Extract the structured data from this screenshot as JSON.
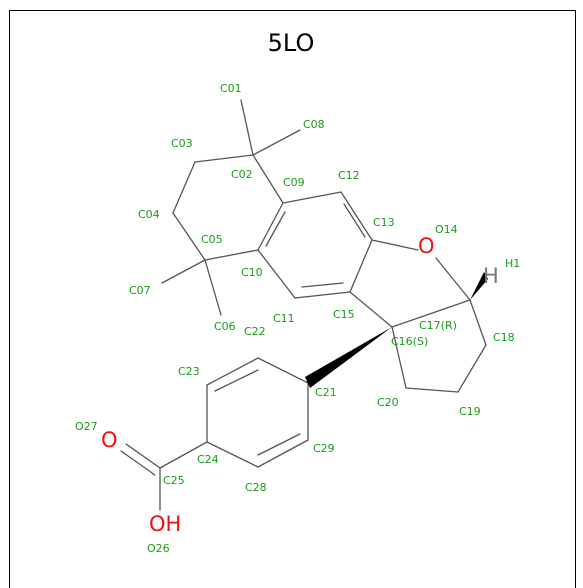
{
  "molecule": {
    "title": "5LO",
    "atom_labels": [
      "C01",
      "C08",
      "C03",
      "C02",
      "C09",
      "C12",
      "C04",
      "C05",
      "C13",
      "O14",
      "H1",
      "C07",
      "C10",
      "C06",
      "C22",
      "C11",
      "C15",
      "C17(R)",
      "C16(S)",
      "C18",
      "C23",
      "C21",
      "C20",
      "C19",
      "O27",
      "C29",
      "C24",
      "C25",
      "C28",
      "O26"
    ],
    "het_symbols": {
      "oxygen_ring": "O",
      "hydrogen": "H",
      "carbonyl_oxygen": "O",
      "hydroxyl": "OH"
    },
    "colors": {
      "carbon_label": "#1a9a1a",
      "heteroatom": "#ee1111",
      "hydrogen": "#777777",
      "bond": "#555555"
    }
  }
}
